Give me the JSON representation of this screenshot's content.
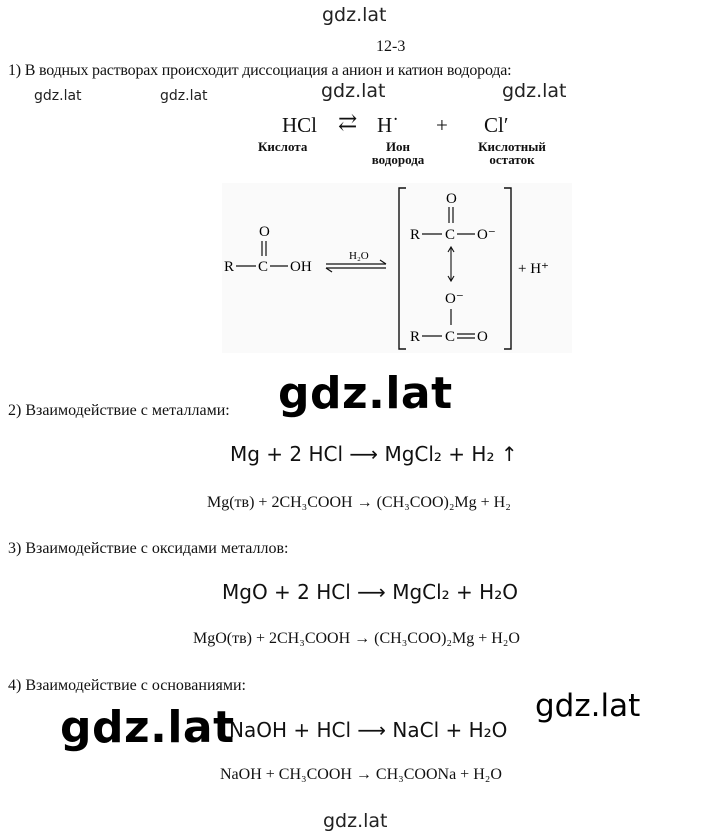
{
  "watermarks": {
    "top": "gdz.lat",
    "row_1": "gdz.lat",
    "row_2": "gdz.lat",
    "row_3": "gdz.lat",
    "row_4": "gdz.lat",
    "big_center": "gdz.lat",
    "big_left": "gdz.lat",
    "big_right": "gdz.lat",
    "bottom": "gdz.lat"
  },
  "task_number": "12-3",
  "section1": {
    "heading": "1) В водных растворах происходит диссоциация а анион и катион водорода:",
    "ion_eq": {
      "left": "HCl",
      "arrow": "⇄",
      "mid": "H˙",
      "plus": "+",
      "right": "Cl′"
    },
    "labels": {
      "left": "Кислота",
      "mid_1": "Ион",
      "mid_2": "водорода",
      "right_1": "Кислотный",
      "right_2": "остаток"
    },
    "scheme": {
      "reactant_r": "R",
      "reactant_c": "C",
      "reactant_oh": "OH",
      "reactant_o": "O",
      "solvent": "H₂O",
      "upper_r": "R",
      "upper_c": "C",
      "upper_o_top": "O",
      "upper_o_right": "O⁻",
      "lower_o_top": "O⁻",
      "lower_r": "R",
      "lower_c": "C",
      "lower_o_right": "O",
      "product_h": "+ H⁺"
    }
  },
  "section2": {
    "heading": "2) Взаимодействие с металлами:",
    "eq1": "Mg + 2 HCl ⟶ MgCl₂ + H₂ ↑",
    "eq2": "Mg(тв) + 2CH₃COOH → (CH₃COO)₂Mg + H₂"
  },
  "section3": {
    "heading": "3) Взаимодействие с оксидами металлов:",
    "eq1": "MgO + 2 HCl ⟶ MgCl₂ + H₂O",
    "eq2": "MgO(тв) + 2CH₃COOH → (CH₃COO)₂Mg + H₂O"
  },
  "section4": {
    "heading": "4) Взаимодействие с основаниями:",
    "eq1": "NaOH + HCl ⟶ NaCl + H₂O",
    "eq2": "NaOH + CH₃COOH → CH₃COONa + H₂O"
  }
}
